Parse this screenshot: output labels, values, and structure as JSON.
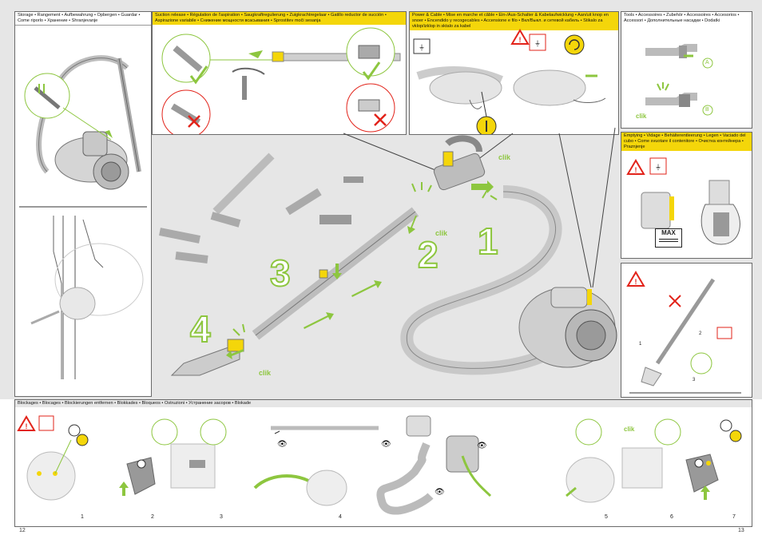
{
  "storage": {
    "header": "Storage • Rangement • Aufbewahrung • Opbergen • Guardar • Come riporlo • Хранение • Shranjevanje"
  },
  "suction": {
    "header": "Suction release • Régulation de l'aspiration • Saugkraftregulierung • Zuigkrachtregelaar • Gatillo reductor de succión • Aspirazione variabile • Снижение мощности всасывания • Sprostitev moči sesanja"
  },
  "power": {
    "header": "Power & Cable • Mise en marche et câble • Ein-/Aus-Schalter & Kabelaufwicklung • Aan/uit knop en snoer • Encendido y recogecables • Accensione e filo • Вкл/Выкл. и сетевой кабель • Stikalo za vklop/izklop in sktalo za kabel"
  },
  "tools": {
    "header": "Tools • Accessoires • Zubehör • Accessoires • Accesorios • Accessori • Дополнительные насадки • Dodatki",
    "label_a": "A",
    "label_b": "B",
    "clik": "clik"
  },
  "emptying": {
    "header": "Emptying • Vidage • Behälterentleerung • Legen • Vaciado del cubo • Come svuotare il contenitore • Очистка контейнера • Praznjenje",
    "max_label": "MAX"
  },
  "assembly": {
    "step1": "1",
    "step2": "2",
    "step3": "3",
    "step4": "4",
    "clik1": "clik",
    "clik2": "clik",
    "clik3": "clik"
  },
  "warning_panel": {
    "n1": "1",
    "n2": "2",
    "n3": "3"
  },
  "blockages": {
    "header": "Blockages • Blocages • Blockierungen entfernen • Blokkades • Bloqueos • Ostruzioni • Устранение засоров • Blokade",
    "steps": [
      "1",
      "2",
      "3",
      "4",
      "5",
      "6",
      "7"
    ],
    "clik": "clik"
  },
  "page_left": "12",
  "page_right": "13",
  "colors": {
    "accent": "#f4d60a",
    "green": "#8dc63f",
    "red": "#e2231a",
    "grey": "#9a9a9a"
  }
}
